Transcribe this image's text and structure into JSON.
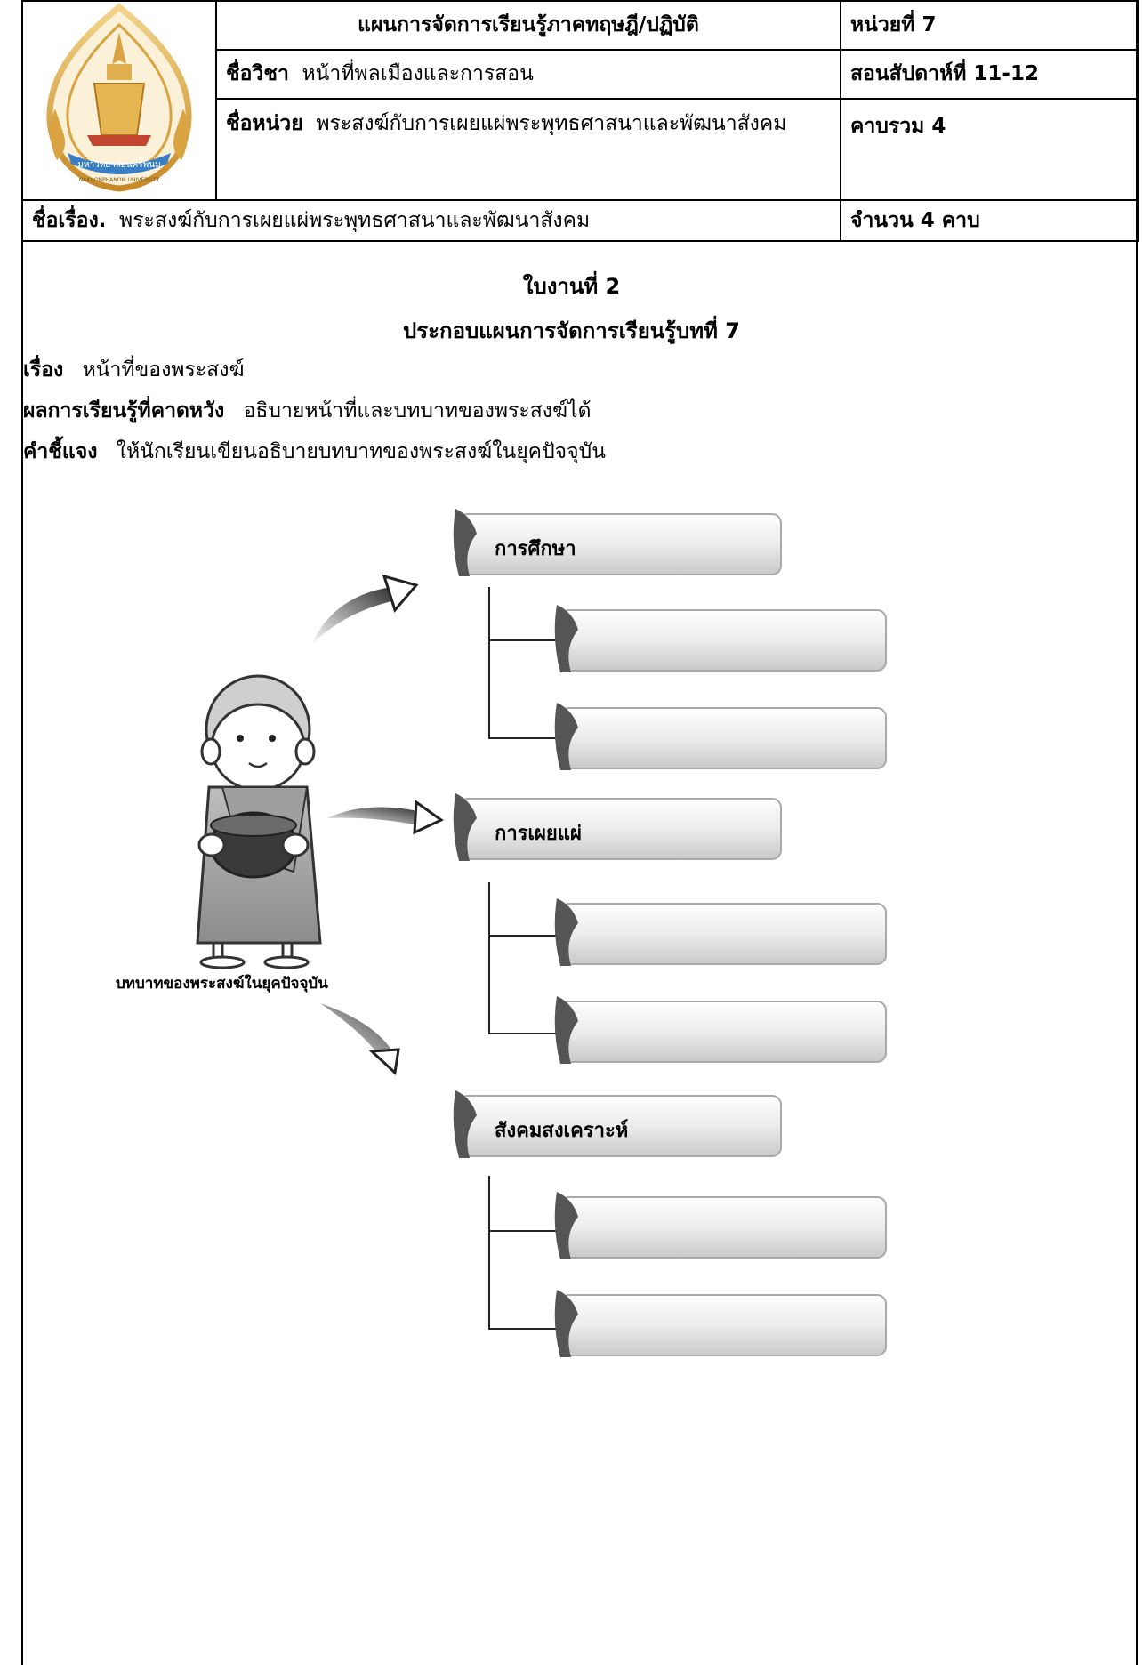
{
  "header": {
    "plan_title": "แผนการจัดการเรียนรู้ภาคทฤษฎี/ปฏิบัติ",
    "unit_label": "หน่วยที่ 7",
    "subject_label": "ชื่อวิชา",
    "subject_value": "หน้าที่พลเมืองและการสอน",
    "week_label": "สอนสัปดาห์ที่ 11-12",
    "unit_name_label": "ชื่อหน่วย",
    "unit_name_value": "พระสงฆ์กับการเผยแผ่พระพุทธศาสนาและพัฒนาสังคม",
    "periods_total": "คาบรวม 4",
    "topic_label": "ชื่อเรื่อง.",
    "topic_value": "พระสงฆ์กับการเผยแผ่พระพุทธศาสนาและพัฒนาสังคม",
    "periods_count": "จำนวน 4 คาบ",
    "logo_text_thai": "มหาวิทยาลัยนครพนม",
    "logo_text_en": "NAKHONPHANOM UNIVERSITY"
  },
  "worksheet": {
    "title": "ใบงานที่ 2",
    "subtitle": "ประกอบแผนการจัดการเรียนรู้บทที่ 7",
    "topic_label": "เรื่อง",
    "topic_value": "หน้าที่ของพระสงฆ์",
    "outcome_label": "ผลการเรียนรู้ที่คาดหวัง",
    "outcome_value": "อธิบายหน้าที่และบทบาทของพระสงฆ์ได้",
    "instruction_label": "คำชี้แจง",
    "instruction_value": "ให้นักเรียนเขียนอธิบายบทบาทของพระสงฆ์ในยุคปัจจุบัน"
  },
  "diagram": {
    "caption": "บทบาทของพระสงฆ์ในยุคปัจจุบัน",
    "categories": [
      {
        "label": "การศึกษา",
        "answers": [
          "",
          ""
        ]
      },
      {
        "label": "การเผยแผ่",
        "answers": [
          "",
          ""
        ]
      },
      {
        "label": "สังคมสงเคราะห์",
        "answers": [
          "",
          ""
        ]
      }
    ]
  }
}
